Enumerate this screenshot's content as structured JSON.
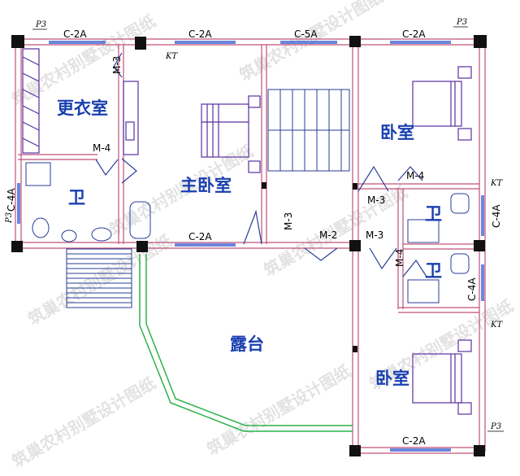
{
  "rooms": {
    "dressing": "更衣室",
    "bath_left": "卫",
    "master": "主卧室",
    "bedroom_top": "卧室",
    "bath_r1": "卫",
    "bath_r2": "卫",
    "terrace": "露台",
    "bedroom_bottom": "卧室"
  },
  "tags": {
    "p3_tl": "P3",
    "p3_tr": "P3",
    "p3_left": "P3",
    "p3_br": "P3",
    "kt_1": "KT",
    "kt_2": "KT",
    "kt_3": "KT",
    "c2a_top1": "C-2A",
    "c2a_top2": "C-2A",
    "c5a_top": "C-5A",
    "c2a_top3": "C-2A",
    "c2a_mid": "C-2A",
    "c2a_bottom": "C-2A",
    "c4a_left": "C-4A",
    "c4a_r1": "C-4A",
    "c4a_r2": "C-4A",
    "m3_top": "M-3",
    "m4_left": "M-4",
    "m3_mid": "M-3",
    "m3_master": "M-3",
    "m4_r": "M-4",
    "m2": "M-2",
    "m3_r2": "M-3",
    "m4_r2": "M-4"
  },
  "watermark": "筑巢农村别墅设计图纸",
  "colors": {
    "wall": "#c0507a",
    "window": "#3a5fd0",
    "door": "#2a3d9a",
    "room_label": "#1a3fb0",
    "railing": "#2db24a",
    "column": "#111111"
  }
}
